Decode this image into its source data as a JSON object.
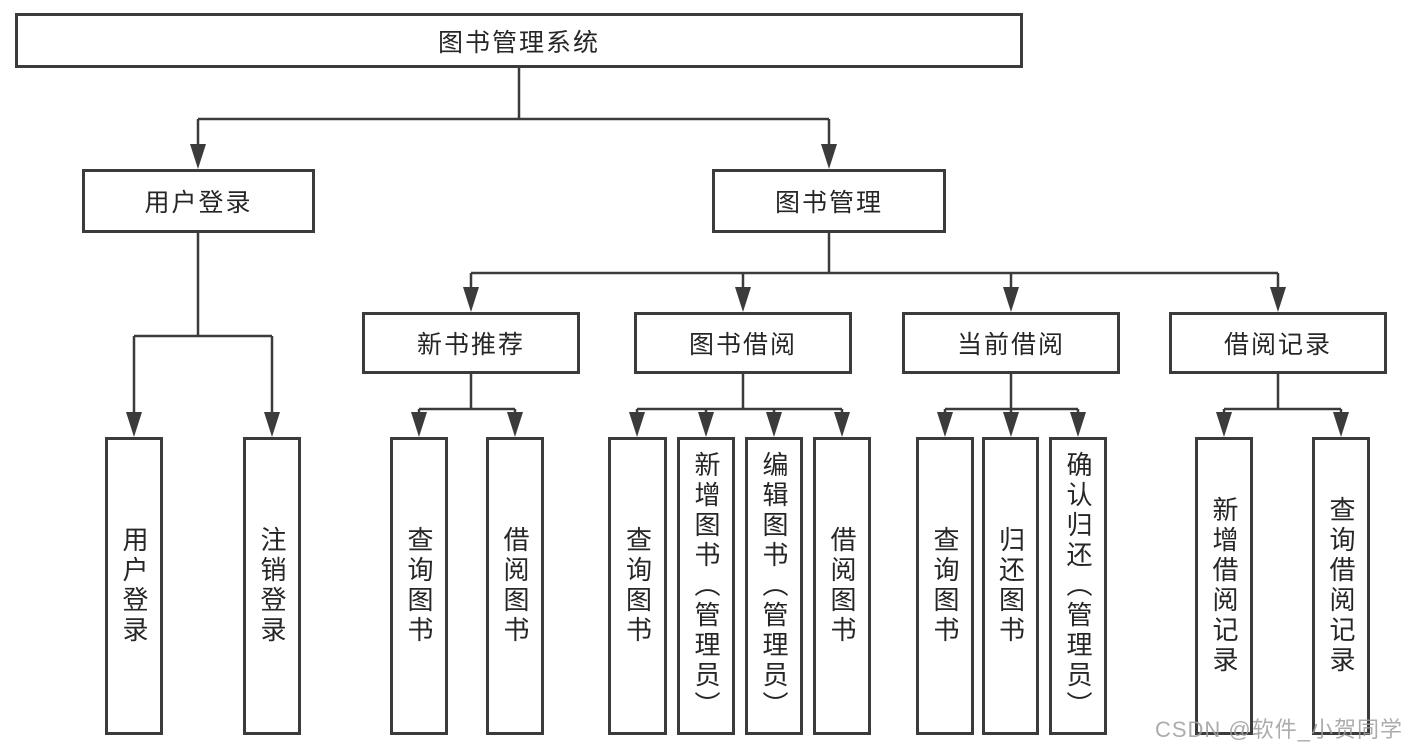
{
  "colors": {
    "line": "#3b3b3b",
    "box_border": "#3b3b3b",
    "text": "#262626",
    "background": "#ffffff",
    "watermark": "#9e9e9e"
  },
  "diagram": {
    "root": {
      "label": "图书管理系统"
    },
    "branches": [
      {
        "label": "用户登录",
        "children": [
          {
            "label": "用户登录"
          },
          {
            "label": "注销登录"
          }
        ]
      },
      {
        "label": "图书管理",
        "sections": [
          {
            "label": "新书推荐",
            "children": [
              {
                "label": "查询图书"
              },
              {
                "label": "借阅图书"
              }
            ]
          },
          {
            "label": "图书借阅",
            "children": [
              {
                "label": "查询图书"
              },
              {
                "label": "新增图书（管理员）"
              },
              {
                "label": "编辑图书（管理员）"
              },
              {
                "label": "借阅图书"
              }
            ]
          },
          {
            "label": "当前借阅",
            "children": [
              {
                "label": "查询图书"
              },
              {
                "label": "归还图书"
              },
              {
                "label": "确认归还（管理员）"
              }
            ]
          },
          {
            "label": "借阅记录",
            "children": [
              {
                "label": "新增借阅记录"
              },
              {
                "label": "查询借阅记录"
              }
            ]
          }
        ]
      }
    ]
  },
  "watermark": {
    "text": "CSDN @软件_小贺同学"
  }
}
